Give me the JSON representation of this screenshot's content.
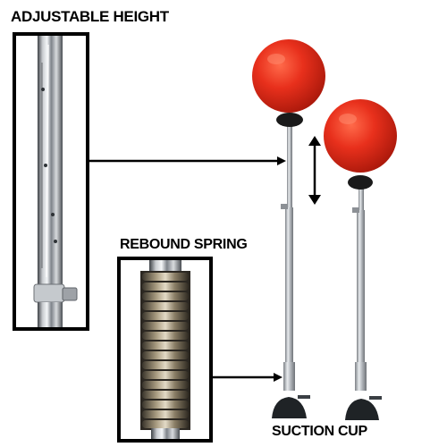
{
  "labels": {
    "adjustable_height": "ADJUSTABLE HEIGHT",
    "rebound_spring": "REBOUND SPRING",
    "suction_cup": "SUCTION CUP"
  },
  "colors": {
    "ball": "#e8301c",
    "ball_dark": "#b81c0e",
    "ball_highlight": "#ff7a5c",
    "pole": "#a9adb2",
    "base": "#1f2326",
    "outline": "#000000"
  },
  "icons": {
    "height_arrow": "double-headed-vertical-arrow"
  }
}
